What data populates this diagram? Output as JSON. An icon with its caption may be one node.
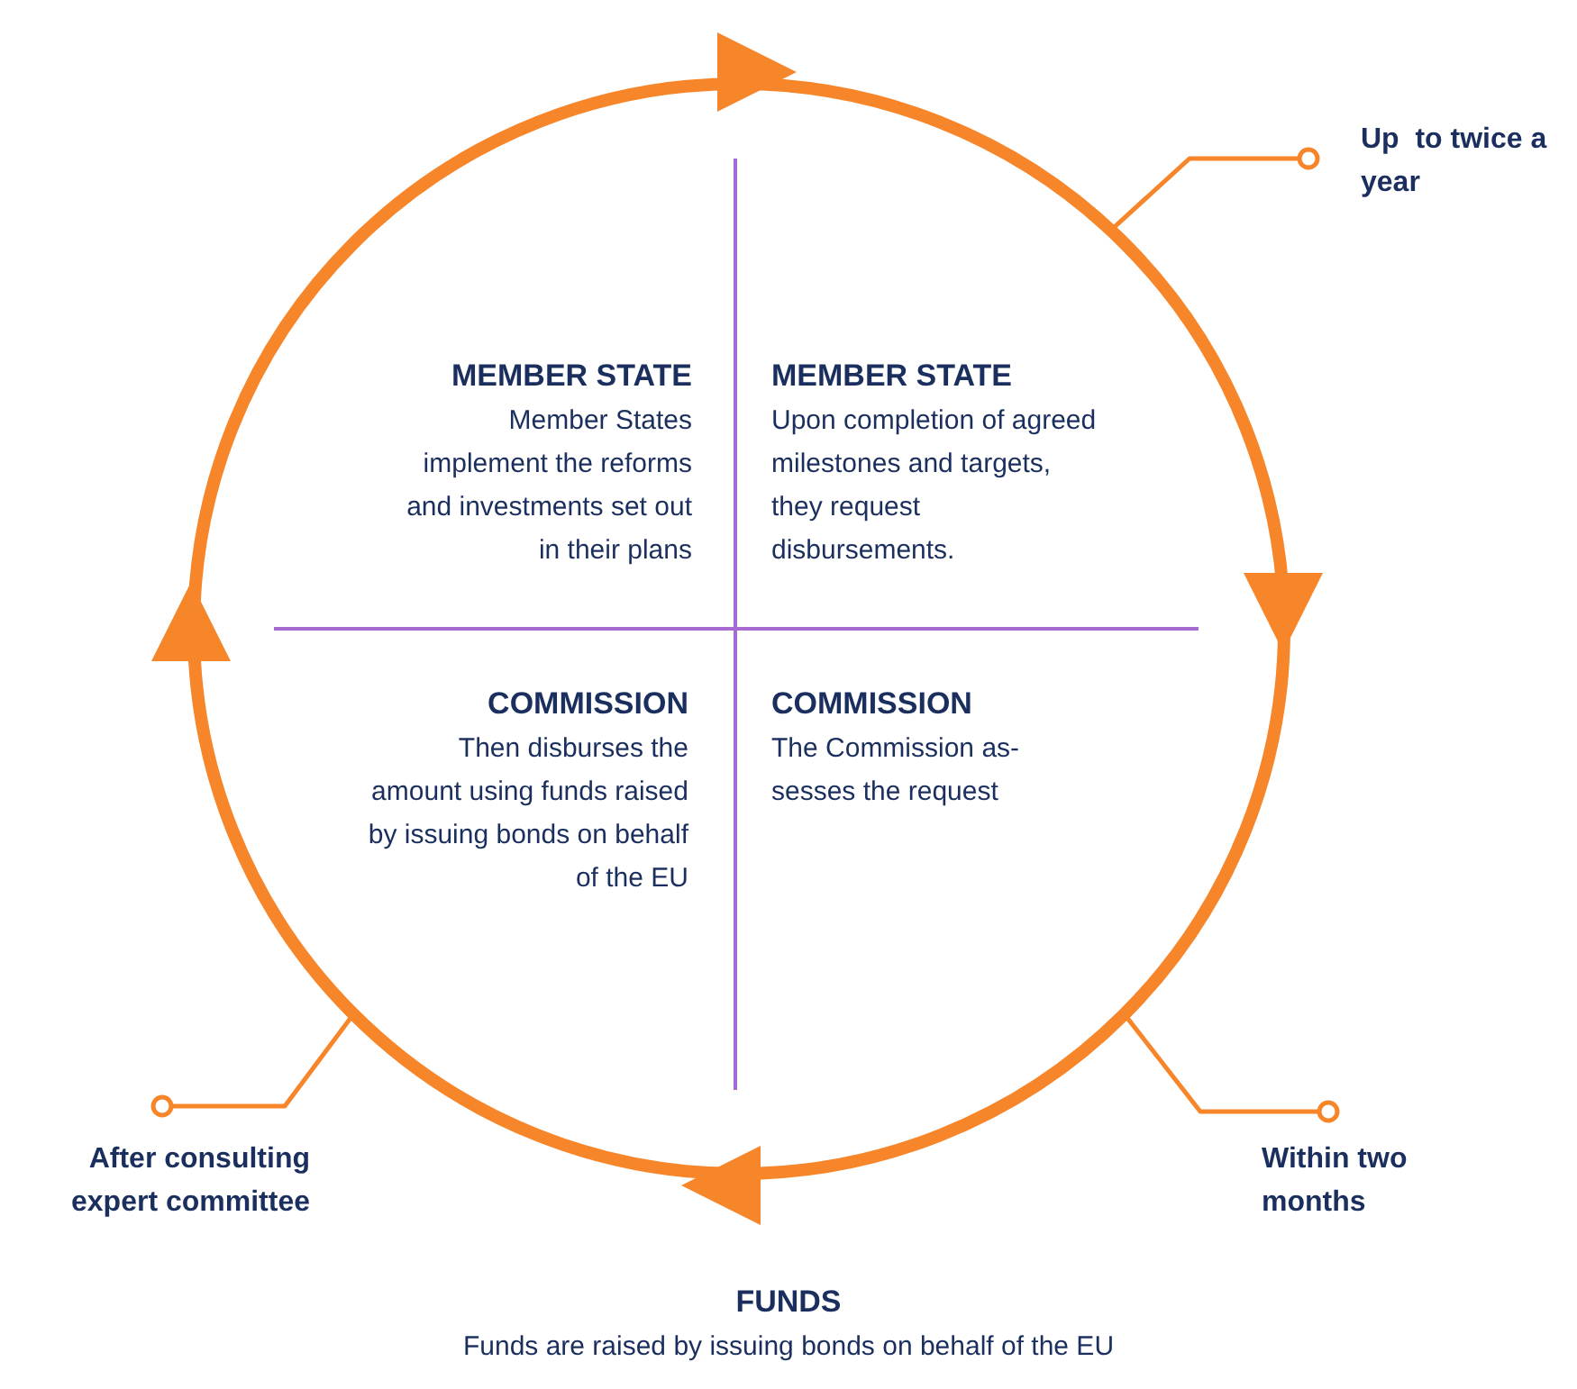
{
  "diagram": {
    "nodes": [
      {
        "text": [],
        "shape": "circle"
      },
      {
        "text": [
          "MEMBER STATE",
          "Member States implement the reforms and investments set out in their plans"
        ],
        "in": 0
      },
      {
        "text": [
          "MEMBER STATE",
          "Upon completion of agreed milestones and targets, they request disbursements."
        ],
        "in": 0
      },
      {
        "text": [
          "COMMISSION",
          "Then disburses the amount using funds raised by issuing bonds on behalf of the EU"
        ],
        "in": 0
      },
      {
        "text": [
          "COMMISSION",
          "The Commission as- sesses the request"
        ],
        "in": 0
      },
      {
        "text": [
          "Up  to twice a year"
        ]
      },
      {
        "text": [
          "Within two months"
        ]
      },
      {
        "text": [
          "After consulting expert committee"
        ]
      }
    ],
    "edges": [
      {
        "from": 5,
        "to": 0,
        "arrow": "other"
      },
      {
        "from": 6,
        "to": 0,
        "arrow": "other"
      },
      {
        "from": 7,
        "to": 0,
        "arrow": "other"
      }
    ],
    "labels": [
      "FUNDS",
      "Funds are raised by issuing bonds on behalf of the EU"
    ]
  }
}
